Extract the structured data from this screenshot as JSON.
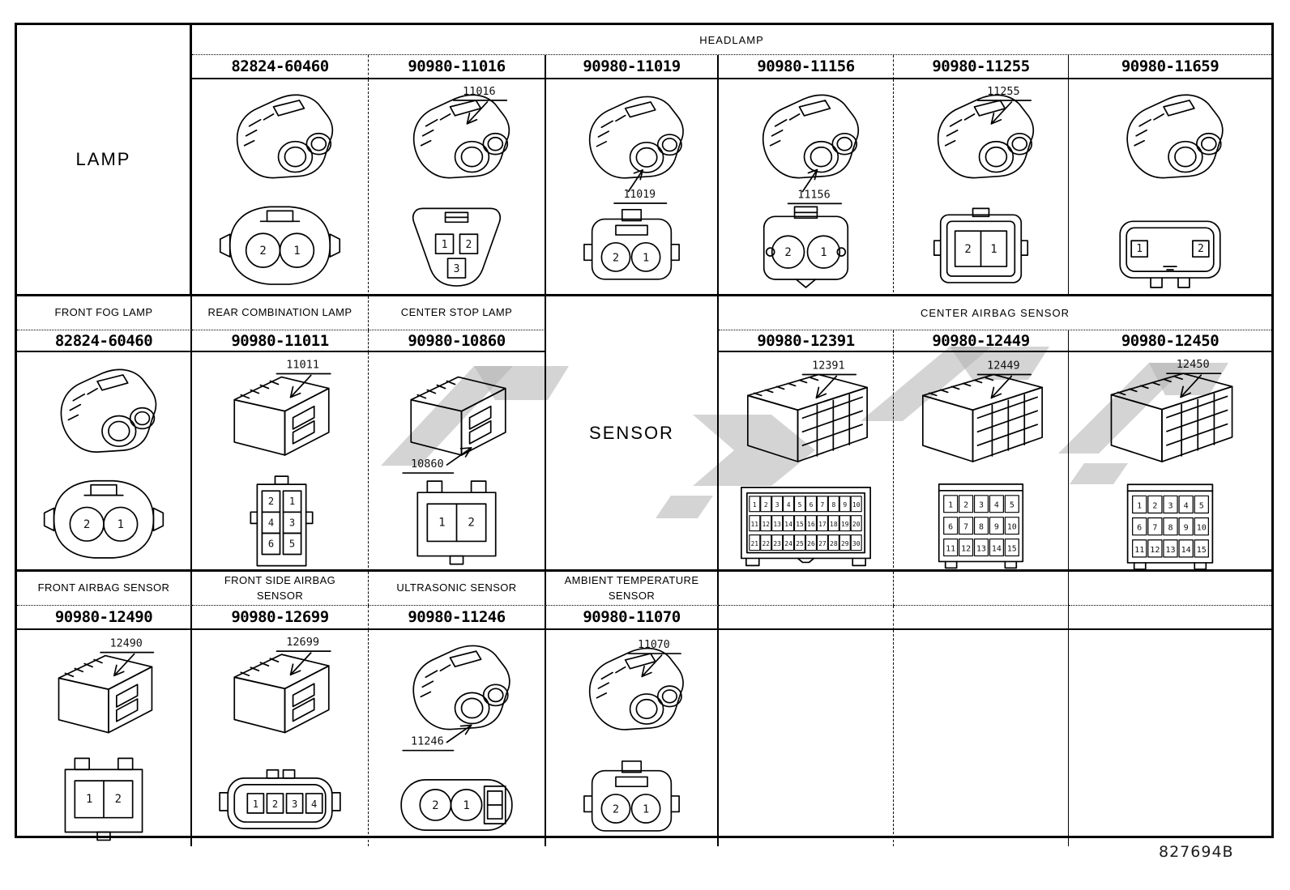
{
  "figure_code": "827694B",
  "colors": {
    "line": "#000000",
    "watermark_gray": "#b0b0b0"
  },
  "sections": [
    {
      "row_label": "LAMP",
      "group_header": "HEADLAMP",
      "cells": [
        {
          "part_number": "82824-60460",
          "body": "barrel",
          "pinout": "oval2",
          "pins": [
            "2",
            "1"
          ]
        },
        {
          "part_number": "90980-11016",
          "callout": "11016",
          "callout_pos": "t",
          "body": "barrel",
          "pinout": "tri3",
          "pins": [
            "1",
            "2",
            "3"
          ]
        },
        {
          "part_number": "90980-11019",
          "callout": "11019",
          "callout_pos": "b",
          "body": "barrel",
          "pinout": "roundsq2",
          "pins": [
            "2",
            "1"
          ]
        },
        {
          "part_number": "90980-11156",
          "callout": "11156",
          "callout_pos": "b",
          "body": "barrel",
          "pinout": "tabs2",
          "pins": [
            "2",
            "1"
          ]
        },
        {
          "part_number": "90980-11255",
          "callout": "11255",
          "callout_pos": "t",
          "body": "barrel",
          "pinout": "square2",
          "pins": [
            "2",
            "1"
          ]
        },
        {
          "part_number": "90980-11659",
          "body": "barrel",
          "pinout": "wide2",
          "pins": [
            "1",
            "2"
          ]
        }
      ]
    },
    {
      "sensor_label": "SENSOR",
      "group_header": "CENTER AIRBAG SENSOR",
      "cells": [
        {
          "label": "FRONT FOG LAMP",
          "part_number": "82824-60460",
          "body": "barrel",
          "pinout": "oval2",
          "pins": [
            "2",
            "1"
          ]
        },
        {
          "label": "REAR COMBINATION LAMP",
          "part_number": "90980-11011",
          "callout": "11011",
          "callout_pos": "t",
          "body": "box",
          "pinout": "grid2x3",
          "pins": [
            "2",
            "1",
            "4",
            "3",
            "6",
            "5"
          ]
        },
        {
          "label": "CENTER STOP LAMP",
          "part_number": "90980-10860",
          "callout": "10860",
          "callout_pos": "m",
          "body": "box",
          "pinout": "rect2",
          "pins": [
            "1",
            "2"
          ]
        },
        {
          "part_number": "90980-12391",
          "callout": "12391",
          "callout_pos": "t",
          "body": "bigGrid",
          "pinout": "grid10x3",
          "pins": [
            "1",
            "2",
            "3",
            "4",
            "5",
            "6",
            "7",
            "8",
            "9",
            "10",
            "11",
            "12",
            "13",
            "14",
            "15",
            "16",
            "17",
            "18",
            "19",
            "20",
            "21",
            "22",
            "23",
            "24",
            "25",
            "26",
            "27",
            "28",
            "29",
            "30"
          ]
        },
        {
          "part_number": "90980-12449",
          "callout": "12449",
          "callout_pos": "t",
          "body": "bigGrid",
          "pinout": "grid5x3",
          "pins": [
            "1",
            "2",
            "3",
            "4",
            "5",
            "6",
            "7",
            "8",
            "9",
            "10",
            "11",
            "12",
            "13",
            "14",
            "15"
          ]
        },
        {
          "part_number": "90980-12450",
          "callout": "12450",
          "callout_pos": "t",
          "body": "bigGrid",
          "pinout": "grid5x3",
          "pins": [
            "1",
            "2",
            "3",
            "4",
            "5",
            "6",
            "7",
            "8",
            "9",
            "10",
            "11",
            "12",
            "13",
            "14",
            "15"
          ]
        }
      ]
    },
    {
      "cells": [
        {
          "label": "FRONT AIRBAG SENSOR",
          "part_number": "90980-12490",
          "callout": "12490",
          "callout_pos": "t",
          "body": "box",
          "pinout": "rect2",
          "pins": [
            "1",
            "2"
          ]
        },
        {
          "label": "FRONT SIDE AIRBAG SENSOR",
          "part_number": "90980-12699",
          "callout": "12699",
          "callout_pos": "t",
          "body": "box",
          "pinout": "row4",
          "pins": [
            "1",
            "2",
            "3",
            "4"
          ]
        },
        {
          "label": "ULTRASONIC SENSOR",
          "part_number": "90980-11246",
          "callout": "11246",
          "callout_pos": "m",
          "body": "barrel",
          "pinout": "oval2h",
          "pins": [
            "2",
            "1"
          ]
        },
        {
          "label": "AMBIENT TEMPERATURE SENSOR",
          "part_number": "90980-11070",
          "callout": "11070",
          "callout_pos": "t",
          "body": "barrel",
          "pinout": "roundsq2",
          "pins": [
            "2",
            "1"
          ]
        }
      ]
    }
  ]
}
